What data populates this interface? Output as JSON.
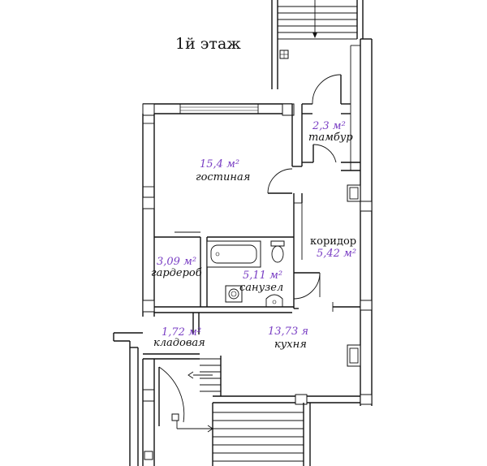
{
  "plan": {
    "title": "1й этаж",
    "rooms": [
      {
        "id": "tambur",
        "area": "2,3 м²",
        "name": "тамбур"
      },
      {
        "id": "gostinaya",
        "area": "15,4 м²",
        "name": "гостиная"
      },
      {
        "id": "koridor",
        "area": "5,42 м²",
        "name": "коридор"
      },
      {
        "id": "garderob",
        "area": "3,09 м²",
        "name": "гардероб"
      },
      {
        "id": "sanuzel",
        "area": "5,11 м²",
        "name": "санузел"
      },
      {
        "id": "kladovaya",
        "area": "1,72 м²",
        "name": "кладовая"
      },
      {
        "id": "kuhnya",
        "area": "13,73 я",
        "name": "кухня"
      }
    ]
  }
}
